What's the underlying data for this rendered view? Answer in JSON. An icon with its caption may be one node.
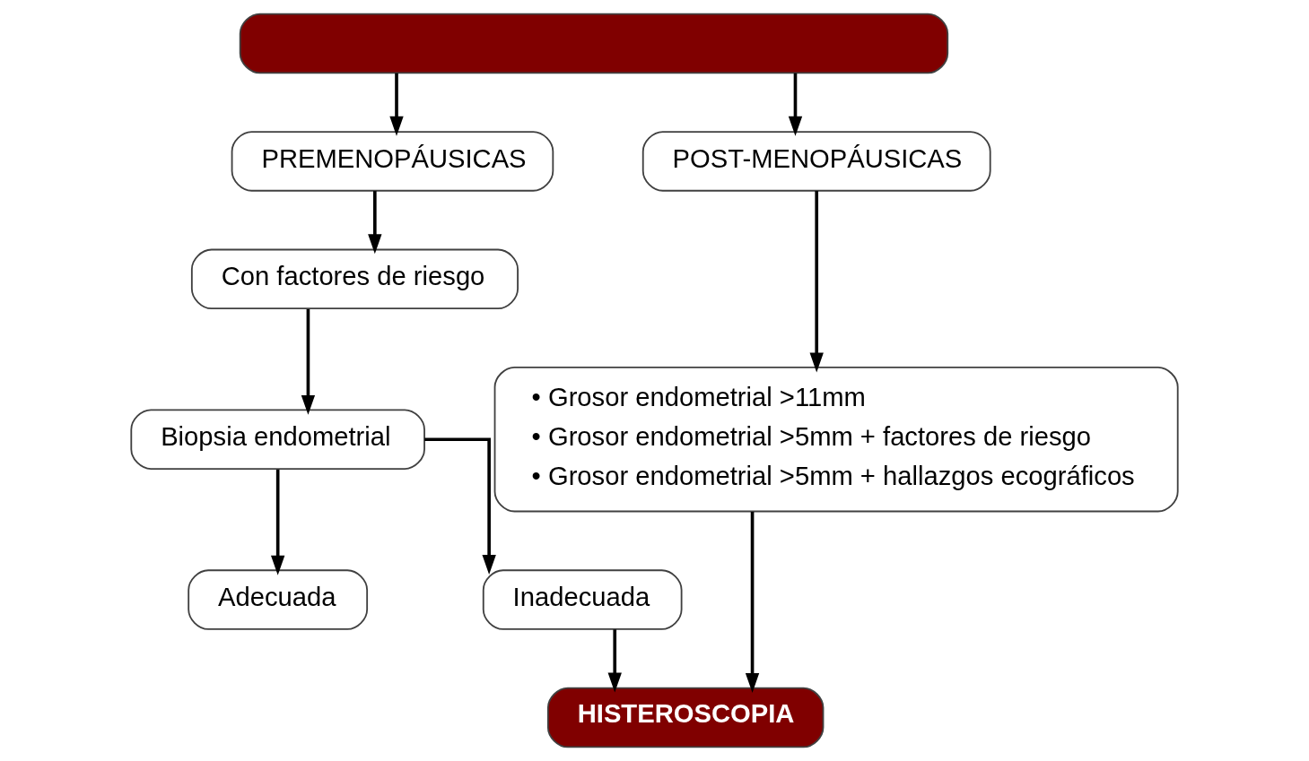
{
  "diagram": {
    "nodes": [
      {
        "text": [],
        "shape": "box"
      },
      {
        "text": [
          "PREMENOPÁUSICAS"
        ]
      },
      {
        "text": [
          "POST-MENOPÁUSICAS"
        ]
      },
      {
        "text": [
          "Con factores de riesgo"
        ]
      },
      {
        "text": [
          "Biopsia endometrial"
        ]
      },
      {
        "text": [
          "Adecuada"
        ]
      },
      {
        "text": [
          "Inadecuada"
        ]
      },
      {
        "text": [
          "• Grosor endometrial >11mm",
          "• Grosor endometrial >5mm + factores de riesgo",
          "• Grosor endometrial >5mm + hallazgos ecográficos"
        ]
      },
      {
        "text": [
          "HISTEROSCOPIA"
        ]
      }
    ],
    "edges": [
      {
        "from": 0,
        "to": 1,
        "arrow": "to"
      },
      {
        "from": 0,
        "to": 2,
        "arrow": "to"
      },
      {
        "from": 1,
        "to": 3,
        "arrow": "to"
      },
      {
        "from": 3,
        "to": 4,
        "arrow": "to"
      },
      {
        "from": 4,
        "to": 5,
        "arrow": "to"
      },
      {
        "from": 4,
        "to": 6,
        "arrow": "to"
      },
      {
        "from": 2,
        "to": 7,
        "arrow": "to"
      },
      {
        "from": 7,
        "to": 8,
        "arrow": "to"
      },
      {
        "from": 6,
        "to": 8,
        "arrow": "to"
      }
    ]
  }
}
